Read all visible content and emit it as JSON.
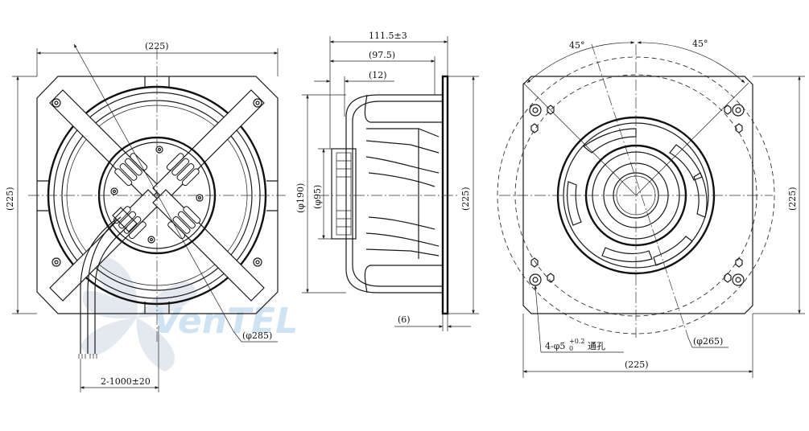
{
  "watermark": {
    "text": "VenTEL",
    "color": "#cfe3f2"
  },
  "front_view": {
    "width_label": "(225)",
    "height_label": "(225)",
    "diameter_label": "(φ285)",
    "cable_label": "2-1000±20"
  },
  "side_view": {
    "total_depth_label": "111.5±3",
    "body_depth_label": "(97.5)",
    "hub_depth_label": "(12)",
    "flange_label": "(6)",
    "height_label": "(225)",
    "impeller_diameter_label": "(φ190)",
    "hub_diameter_label": "(φ95)"
  },
  "rear_view": {
    "angle_left_label": "45°",
    "angle_right_label": "45°",
    "height_label": "(225)",
    "width_label": "(225)",
    "diameter_label": "(φ265)",
    "hole_prefix": "4-φ5",
    "hole_tol_upper": "+0.2",
    "hole_tol_lower": "0",
    "hole_suffix": "通孔"
  }
}
